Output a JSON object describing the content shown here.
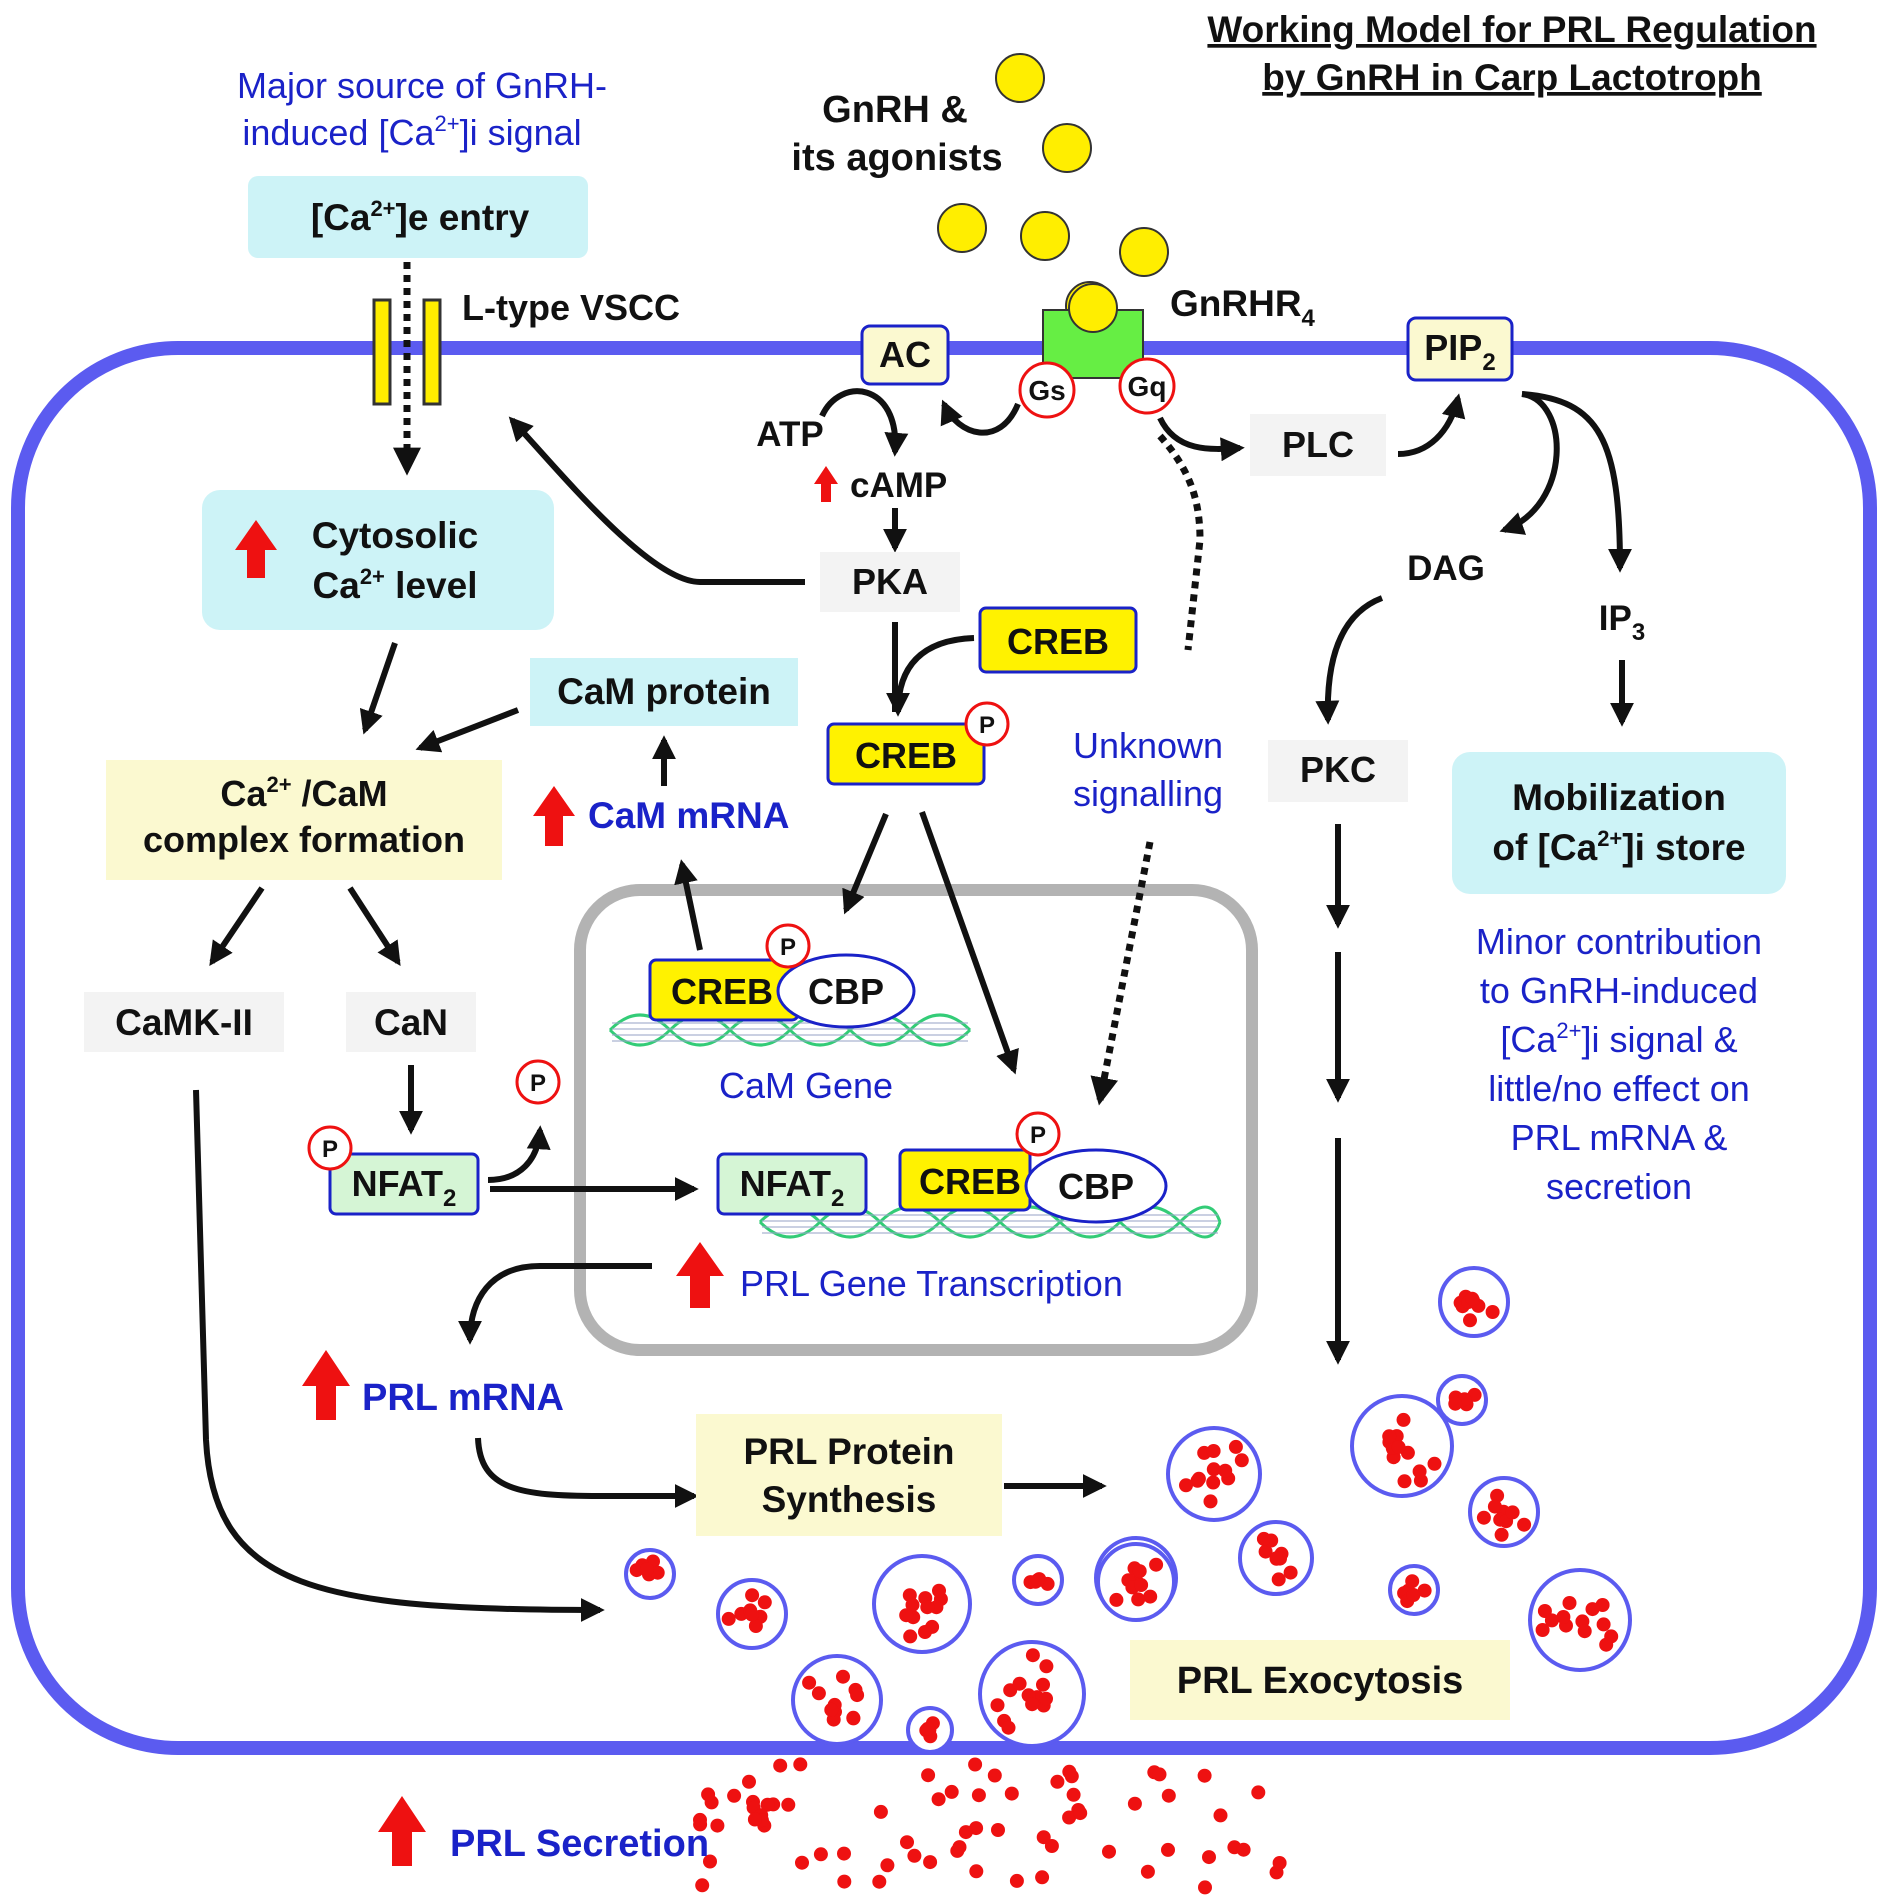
{
  "title": {
    "line1": "Working Model for PRL Regulation",
    "line2": "by GnRH in Carp Lactotroph"
  },
  "ligand": {
    "line1": "GnRH &",
    "line2": "its agonists"
  },
  "receptor": {
    "label": "GnRHR",
    "sub": "4"
  },
  "calcium": {
    "major_note_1": "Major source of GnRH-",
    "major_note_2a": "induced [Ca",
    "major_note_2b": "2+",
    "major_note_2c": "]i signal",
    "entry_a": "[Ca",
    "entry_sup": "2+",
    "entry_b": "]e entry",
    "channel": "L-type VSCC",
    "cyto_1": "Cytosolic",
    "cyto_2a": "Ca",
    "cyto_2sup": "2+",
    "cyto_2b": " level",
    "cam_complex_1a": "Ca",
    "cam_complex_1sup": "2+",
    "cam_complex_1b": " /CaM",
    "cam_complex_2": "complex formation"
  },
  "nodes": {
    "ac": "AC",
    "gs": "Gs",
    "gq": "Gq",
    "atp": "ATP",
    "camp": "cAMP",
    "pka": "PKA",
    "creb": "CREB",
    "creb_p": "CREB",
    "plc": "PLC",
    "pip2": "PIP",
    "pip2_sub": "2",
    "dag": "DAG",
    "ip3": "IP",
    "ip3_sub": "3",
    "pkc": "PKC",
    "camk": "CaMK-II",
    "can": "CaN",
    "nfat": "NFAT",
    "nfat_sub": "2",
    "cam_protein": "CaM protein",
    "cam_mrna": "CaM mRNA",
    "cbp": "CBP",
    "cam_gene": "CaM Gene",
    "prl_transcription": "PRL Gene Transcription",
    "prl_mrna": "PRL mRNA",
    "prl_synthesis_1": "PRL Protein",
    "prl_synthesis_2": "Synthesis",
    "prl_exocytosis": "PRL Exocytosis",
    "prl_secretion": "PRL Secretion",
    "phospho": "P"
  },
  "unknown": {
    "line1": "Unknown",
    "line2": "signalling"
  },
  "store": {
    "line1": "Mobilization",
    "line2a": "of [Ca",
    "line2sup": "2+",
    "line2b": "]i store",
    "note1": "Minor contribution",
    "note2": "to GnRH-induced",
    "note3a": "[Ca",
    "note3sup": "2+",
    "note3b": "]i signal &",
    "note4": "little/no effect on",
    "note5": "PRL mRNA  &",
    "note6": "secretion"
  },
  "colors": {
    "membrane": "#5b5bf0",
    "cyan_box": "#cdf3f7",
    "yellow_box": "#fbf9d0",
    "creb_yellow": "#fff200",
    "nfat_green": "#d5f5d5",
    "receptor_green": "#66ee44",
    "granule_red": "#ee1111",
    "up_arrow": "#ee1111",
    "text_blue": "#1a22c8"
  }
}
